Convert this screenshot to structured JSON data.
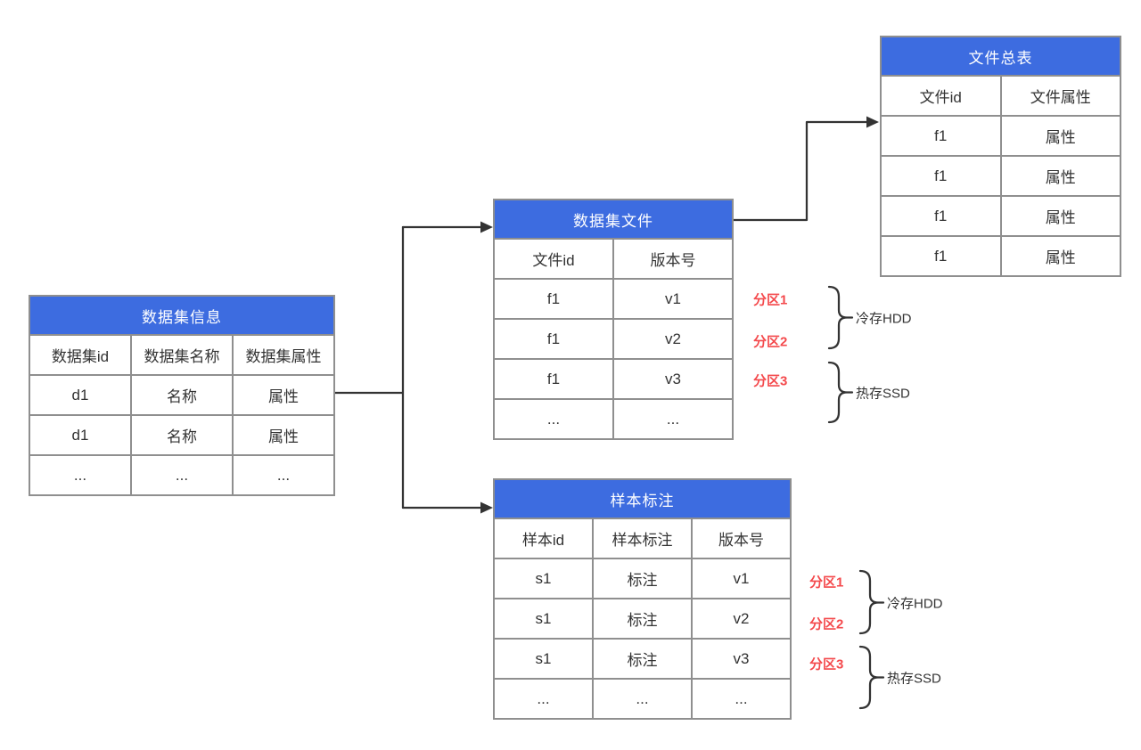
{
  "diagram": {
    "tables": {
      "dataset_info": {
        "title": "数据集信息",
        "columns": [
          "数据集id",
          "数据集名称",
          "数据集属性"
        ],
        "rows": [
          [
            "d1",
            "名称",
            "属性"
          ],
          [
            "d1",
            "名称",
            "属性"
          ],
          [
            "...",
            "...",
            "..."
          ]
        ]
      },
      "dataset_files": {
        "title": "数据集文件",
        "columns": [
          "文件id",
          "版本号"
        ],
        "rows": [
          [
            "f1",
            "v1"
          ],
          [
            "f1",
            "v2"
          ],
          [
            "f1",
            "v3"
          ],
          [
            "...",
            "..."
          ]
        ]
      },
      "file_master": {
        "title": "文件总表",
        "columns": [
          "文件id",
          "文件属性"
        ],
        "rows": [
          [
            "f1",
            "属性"
          ],
          [
            "f1",
            "属性"
          ],
          [
            "f1",
            "属性"
          ],
          [
            "f1",
            "属性"
          ]
        ]
      },
      "sample_annotation": {
        "title": "样本标注",
        "columns": [
          "样本id",
          "样本标注",
          "版本号"
        ],
        "rows": [
          [
            "s1",
            "标注",
            "v1"
          ],
          [
            "s1",
            "标注",
            "v2"
          ],
          [
            "s1",
            "标注",
            "v3"
          ],
          [
            "...",
            "...",
            "..."
          ]
        ]
      }
    },
    "annotations": {
      "partitions": [
        "分区1",
        "分区2",
        "分区3"
      ],
      "cold_storage": "冷存HDD",
      "hot_storage": "热存SSD"
    },
    "colors": {
      "header_blue": "#3d6ce0",
      "border_gray": "#8f8f8f",
      "partition_red": "#f4494c",
      "arrow_dark": "#333333"
    }
  }
}
